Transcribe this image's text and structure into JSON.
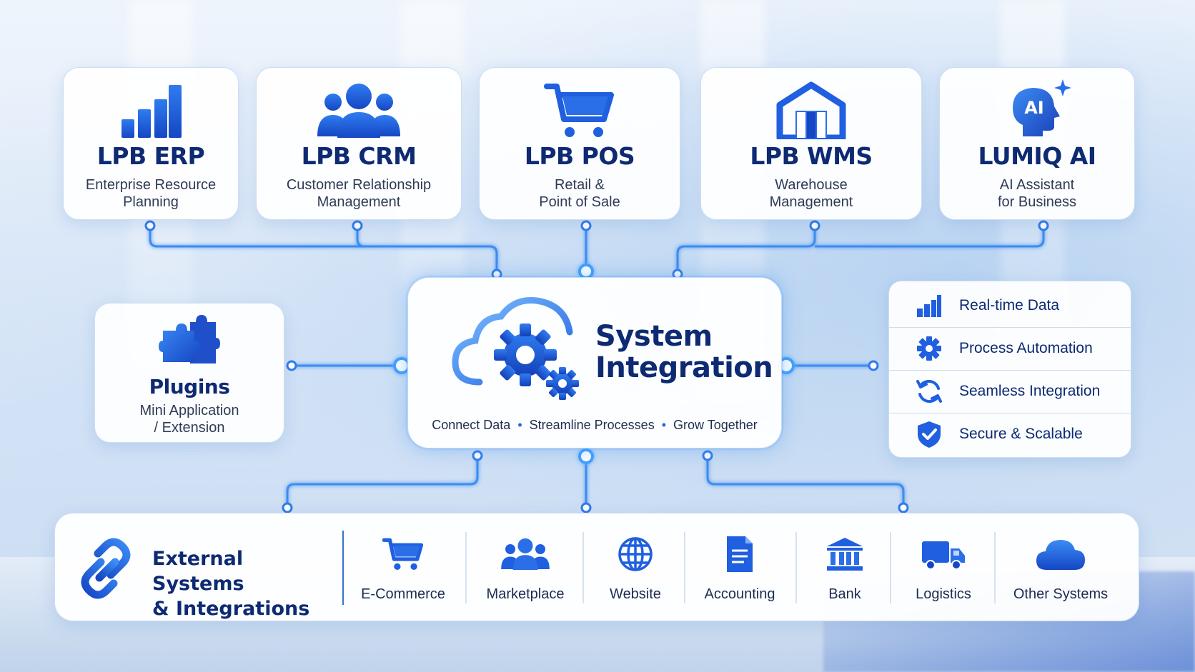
{
  "modules": [
    {
      "title": "LPB ERP",
      "subtitle": [
        "Enterprise Resource",
        "Planning"
      ],
      "icon": "bar-chart-icon"
    },
    {
      "title": "LPB CRM",
      "subtitle": [
        "Customer Relationship",
        "Management"
      ],
      "icon": "people-icon"
    },
    {
      "title": "LPB POS",
      "subtitle": [
        "Retail &",
        "Point of Sale"
      ],
      "icon": "shopping-cart-icon"
    },
    {
      "title": "LPB WMS",
      "subtitle": [
        "Warehouse",
        "Management"
      ],
      "icon": "warehouse-icon"
    },
    {
      "title": "LUMIQ AI",
      "subtitle": [
        "AI Assistant",
        "for Business"
      ],
      "icon": "ai-head-icon",
      "icon_text": "AI"
    }
  ],
  "plugins": {
    "title": "Plugins",
    "subtitle": [
      "Mini Application",
      "/ Extension"
    ],
    "icon": "puzzle-icon"
  },
  "hub": {
    "title": [
      "System",
      "Integration"
    ],
    "taglines": [
      "Connect Data",
      "Streamline Processes",
      "Grow Together"
    ],
    "icon": "cloud-gear-icon"
  },
  "features": [
    {
      "label": "Real-time Data",
      "icon": "bar-chart-icon"
    },
    {
      "label": "Process Automation",
      "icon": "gear-icon"
    },
    {
      "label": "Seamless Integration",
      "icon": "sync-icon"
    },
    {
      "label": "Secure & Scalable",
      "icon": "shield-check-icon"
    }
  ],
  "external": {
    "title": [
      "External Systems",
      "& Integrations"
    ],
    "icon": "link-icon",
    "items": [
      {
        "label": "E-Commerce",
        "icon": "shopping-cart-icon"
      },
      {
        "label": "Marketplace",
        "icon": "people-icon"
      },
      {
        "label": "Website",
        "icon": "globe-icon"
      },
      {
        "label": "Accounting",
        "icon": "document-icon"
      },
      {
        "label": "Bank",
        "icon": "bank-icon"
      },
      {
        "label": "Logistics",
        "icon": "truck-icon"
      },
      {
        "label": "Other Systems",
        "icon": "cloud-icon"
      }
    ]
  },
  "colors": {
    "accent": "#1f5fe0",
    "title_text": "#0d2a72",
    "connector": "#3d8cf0"
  }
}
